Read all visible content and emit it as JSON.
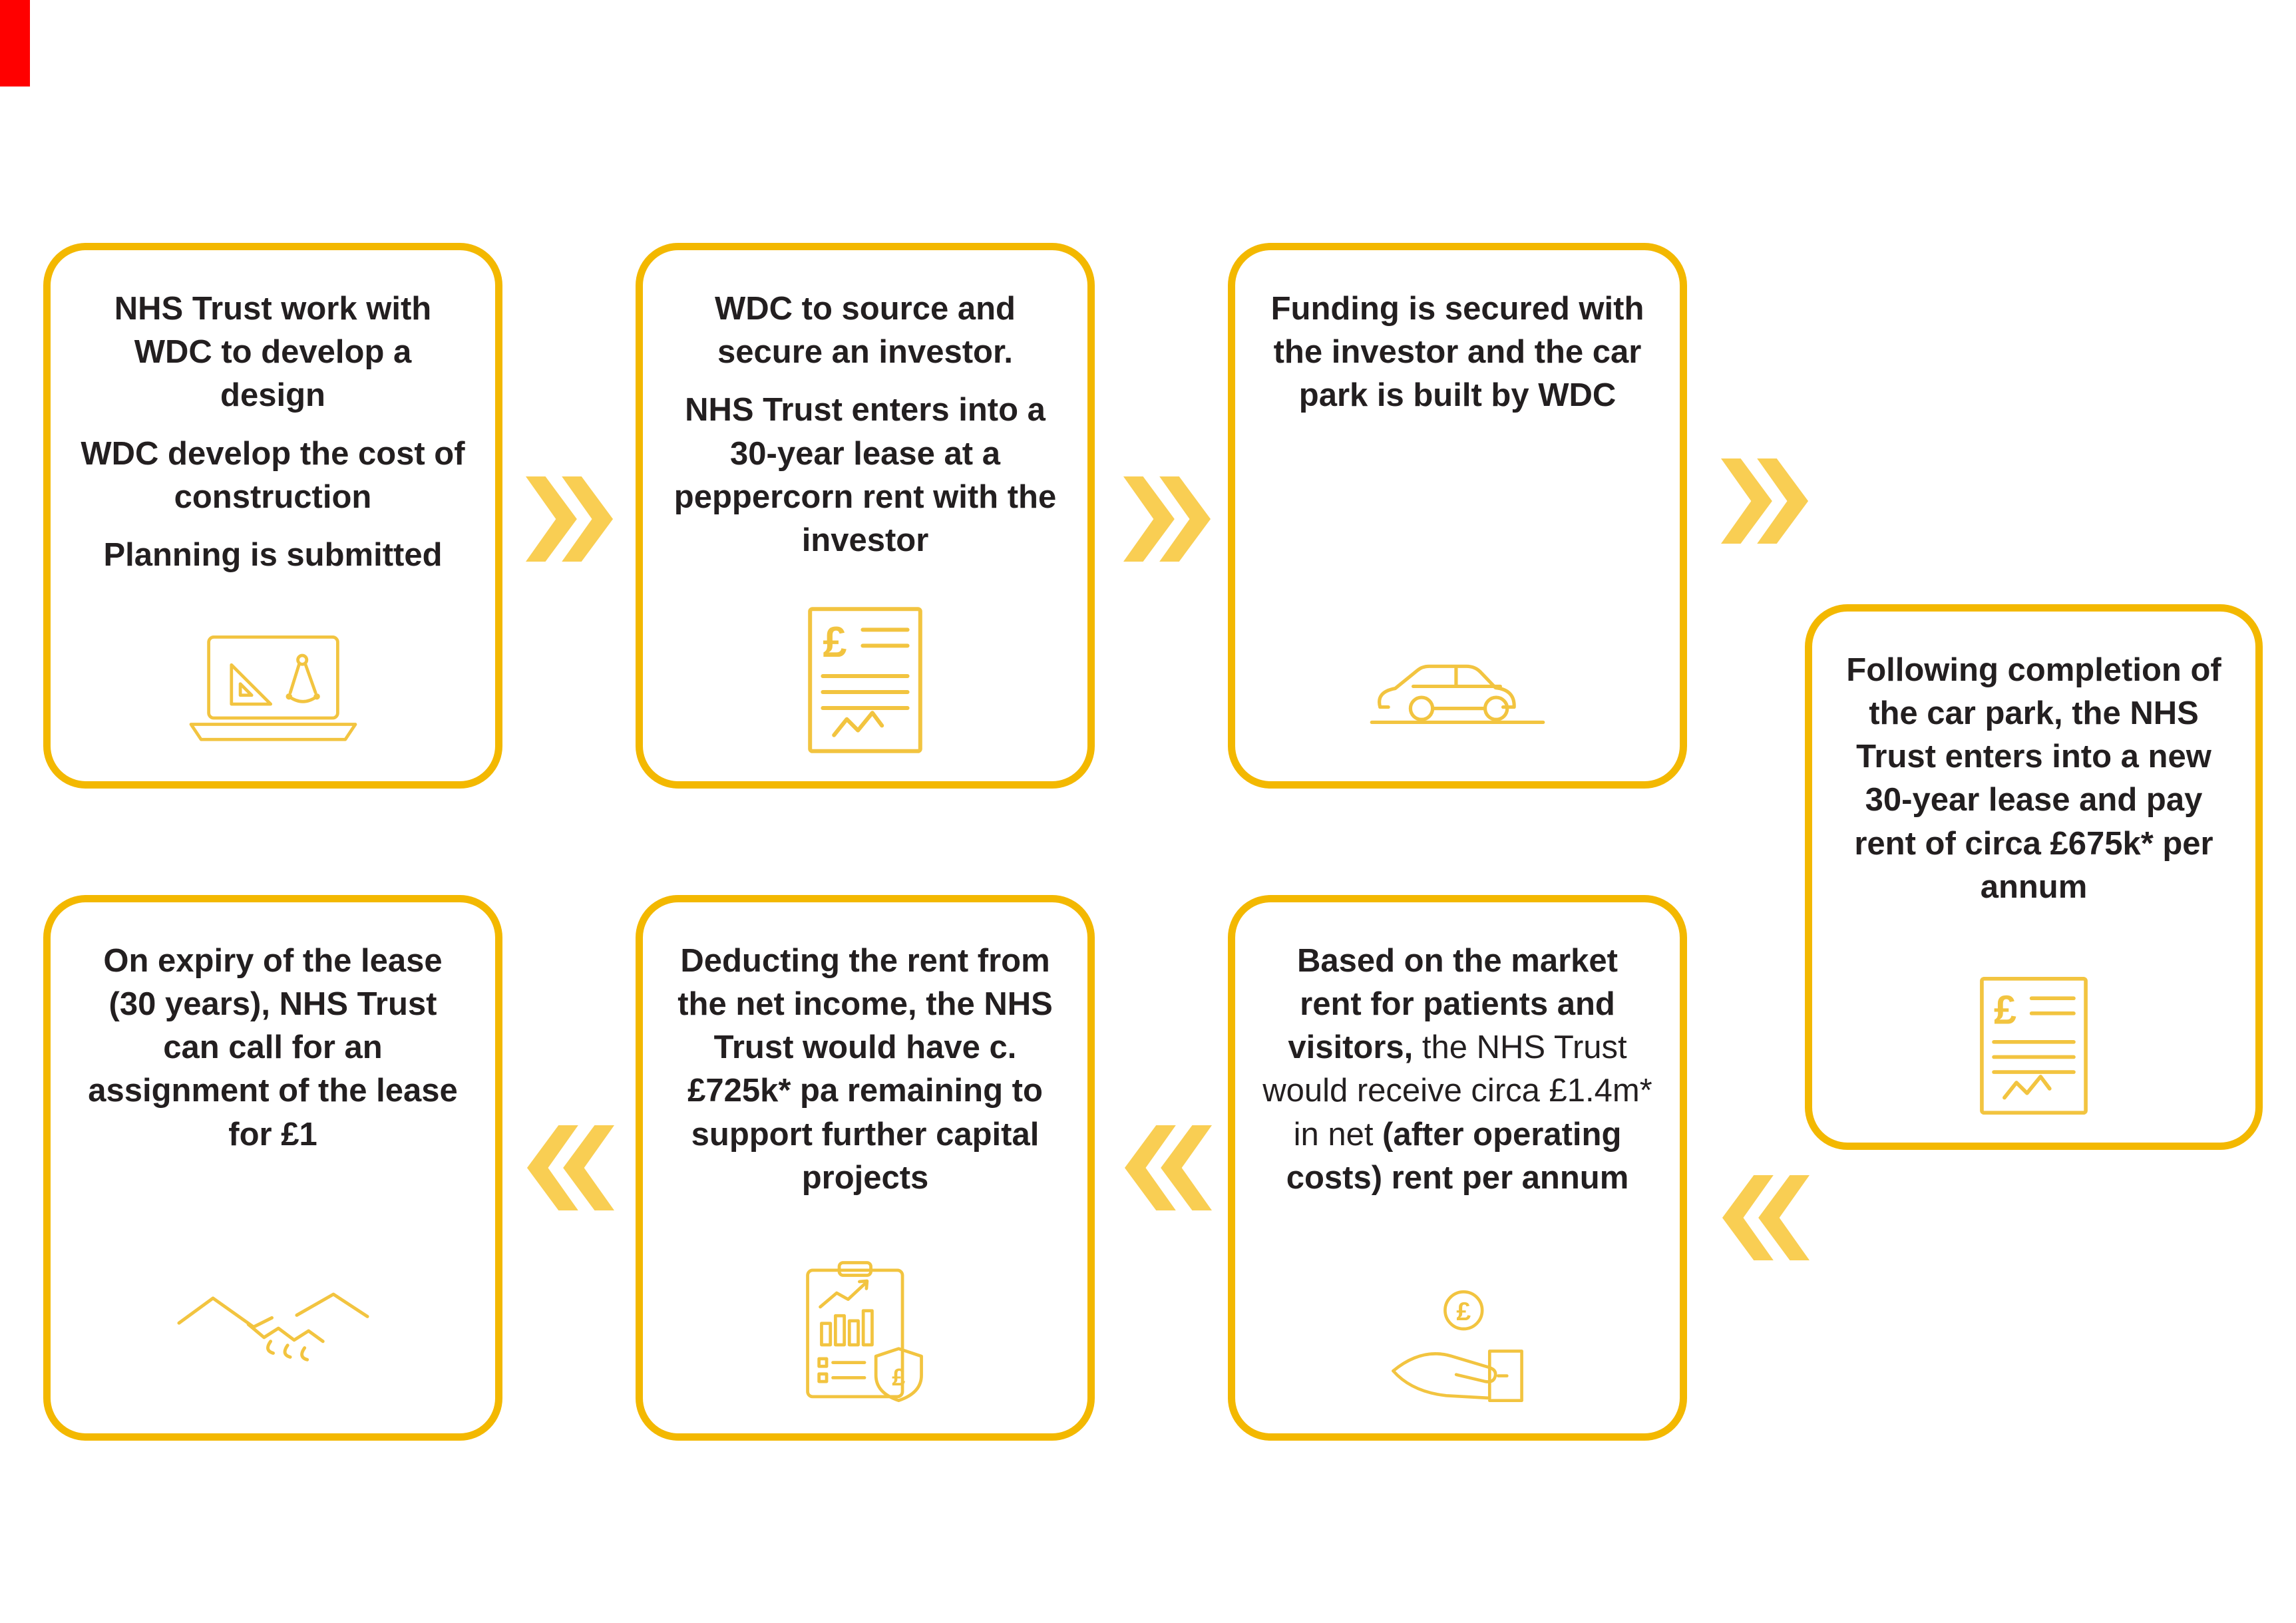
{
  "colors": {
    "border": "#F3B800",
    "chevron": "#F9CE53",
    "icon": "#F2C440",
    "text": "#231F20",
    "red_bar": "#FF0000",
    "background": "#FFFFFF"
  },
  "icons": {
    "chevron_right": "double-chevron-right-icon",
    "chevron_left": "double-chevron-left-icon"
  },
  "boxes": [
    {
      "name": "design-planning",
      "icon": "design-tools-icon",
      "paragraphs": [
        "NHS Trust work with WDC to develop a design",
        "WDC develop the cost of construction",
        "Planning is submitted"
      ]
    },
    {
      "name": "investor-lease",
      "icon": "pound-document-icon",
      "paragraphs": [
        "WDC to source and secure an investor.",
        "NHS Trust enters into a 30-year lease at a peppercorn rent with the investor"
      ]
    },
    {
      "name": "funding-build",
      "icon": "car-icon",
      "paragraphs": [
        "Funding is secured with the investor and the car park is built by WDC"
      ]
    },
    {
      "name": "new-lease",
      "icon": "pound-document-icon",
      "paragraphs": [
        "Following completion of the car park, the NHS Trust enters into a new 30-year lease and pay rent of circa £675k* per annum"
      ]
    },
    {
      "name": "market-rent",
      "icon": "hand-coin-icon",
      "segments": [
        {
          "text": "Based on the market rent for patients and visitors,",
          "bold": true
        },
        {
          "text": " the NHS Trust would receive circa £1.4m* in net ",
          "bold": false
        },
        {
          "text": "(after operating costs) rent per annum",
          "bold": true
        }
      ]
    },
    {
      "name": "net-income",
      "icon": "chart-clipboard-icon",
      "paragraphs": [
        "Deducting the rent from the net income, the NHS Trust would have c.£725k* pa remaining to support further capital projects"
      ]
    },
    {
      "name": "lease-expiry",
      "icon": "handshake-icon",
      "paragraphs": [
        "On expiry of the lease (30 years), NHS Trust can call for an assignment of the lease for £1"
      ]
    }
  ]
}
